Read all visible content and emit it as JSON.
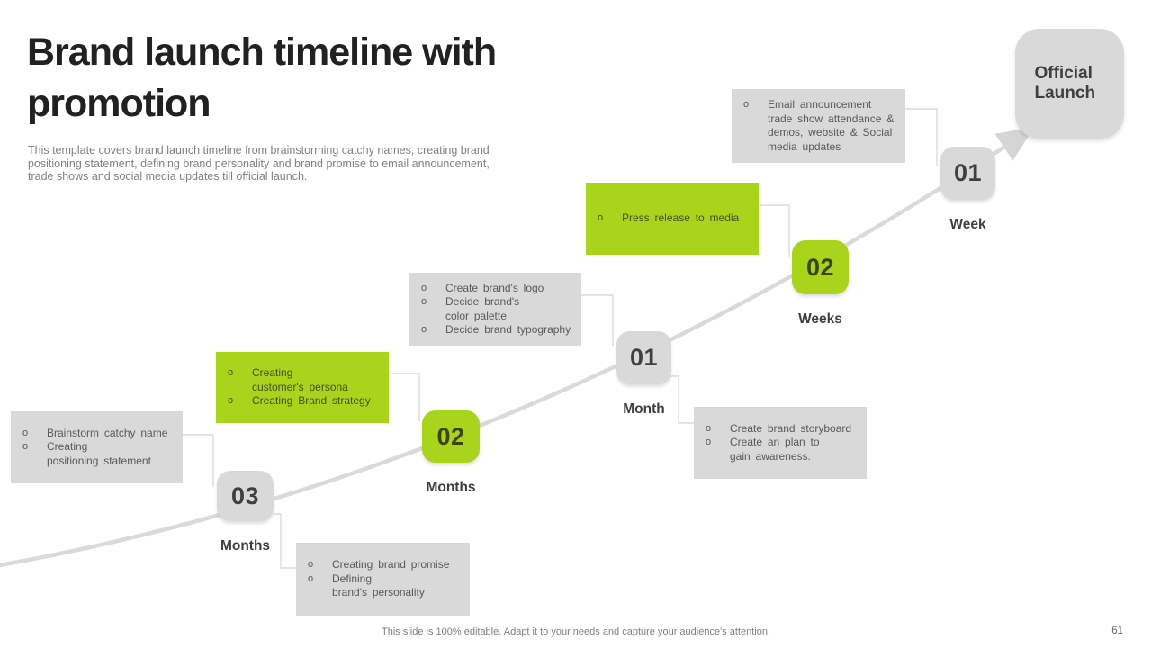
{
  "header": {
    "title": "Brand launch timeline with promotion",
    "description": "This template covers brand launch timeline from brainstorming catchy names, creating brand positioning statement, defining brand personality and brand promise to email announcement, trade shows and social media updates till official launch."
  },
  "bullet_char": "o",
  "milestones": [
    {
      "number": "03",
      "label": "Months",
      "variant": "gray"
    },
    {
      "number": "02",
      "label": "Months",
      "variant": "green"
    },
    {
      "number": "01",
      "label": "Month",
      "variant": "gray"
    },
    {
      "number": "02",
      "label": "Weeks",
      "variant": "green"
    },
    {
      "number": "01",
      "label": "Week",
      "variant": "gray"
    }
  ],
  "launch": {
    "label": "Official Launch"
  },
  "callouts": {
    "brainstorm": {
      "variant": "gray",
      "items": [
        "Brainstorm catchy name",
        "Creating\npositioning statement"
      ]
    },
    "persona": {
      "variant": "green",
      "items": [
        "Creating\ncustomer's persona",
        "Creating Brand strategy"
      ]
    },
    "promise": {
      "variant": "gray",
      "items": [
        "Creating brand promise",
        "Defining\nbrand's personality"
      ]
    },
    "logo": {
      "variant": "gray",
      "items": [
        "Create brand's logo",
        "Decide brand's\ncolor palette",
        "Decide brand typography"
      ]
    },
    "press": {
      "variant": "green",
      "items": [
        "Press release to media"
      ]
    },
    "storyboard": {
      "variant": "gray",
      "items": [
        "Create brand storyboard",
        "Create an plan to\ngain awareness."
      ]
    },
    "email": {
      "variant": "gray",
      "items": [
        "Email announcement\ntrade show attendance &\ndemos, website & Social\nmedia updates"
      ]
    }
  },
  "footer": {
    "note": "This slide is 100% editable. Adapt it to your needs and capture your audience's attention.",
    "page_number": "61"
  },
  "colors": {
    "accent_green": "#a8d41c",
    "box_gray": "#d9d9d9",
    "title_text": "#212121",
    "body_text": "#595959",
    "muted_text": "#7f7f7f",
    "line_gray": "#dadada"
  }
}
